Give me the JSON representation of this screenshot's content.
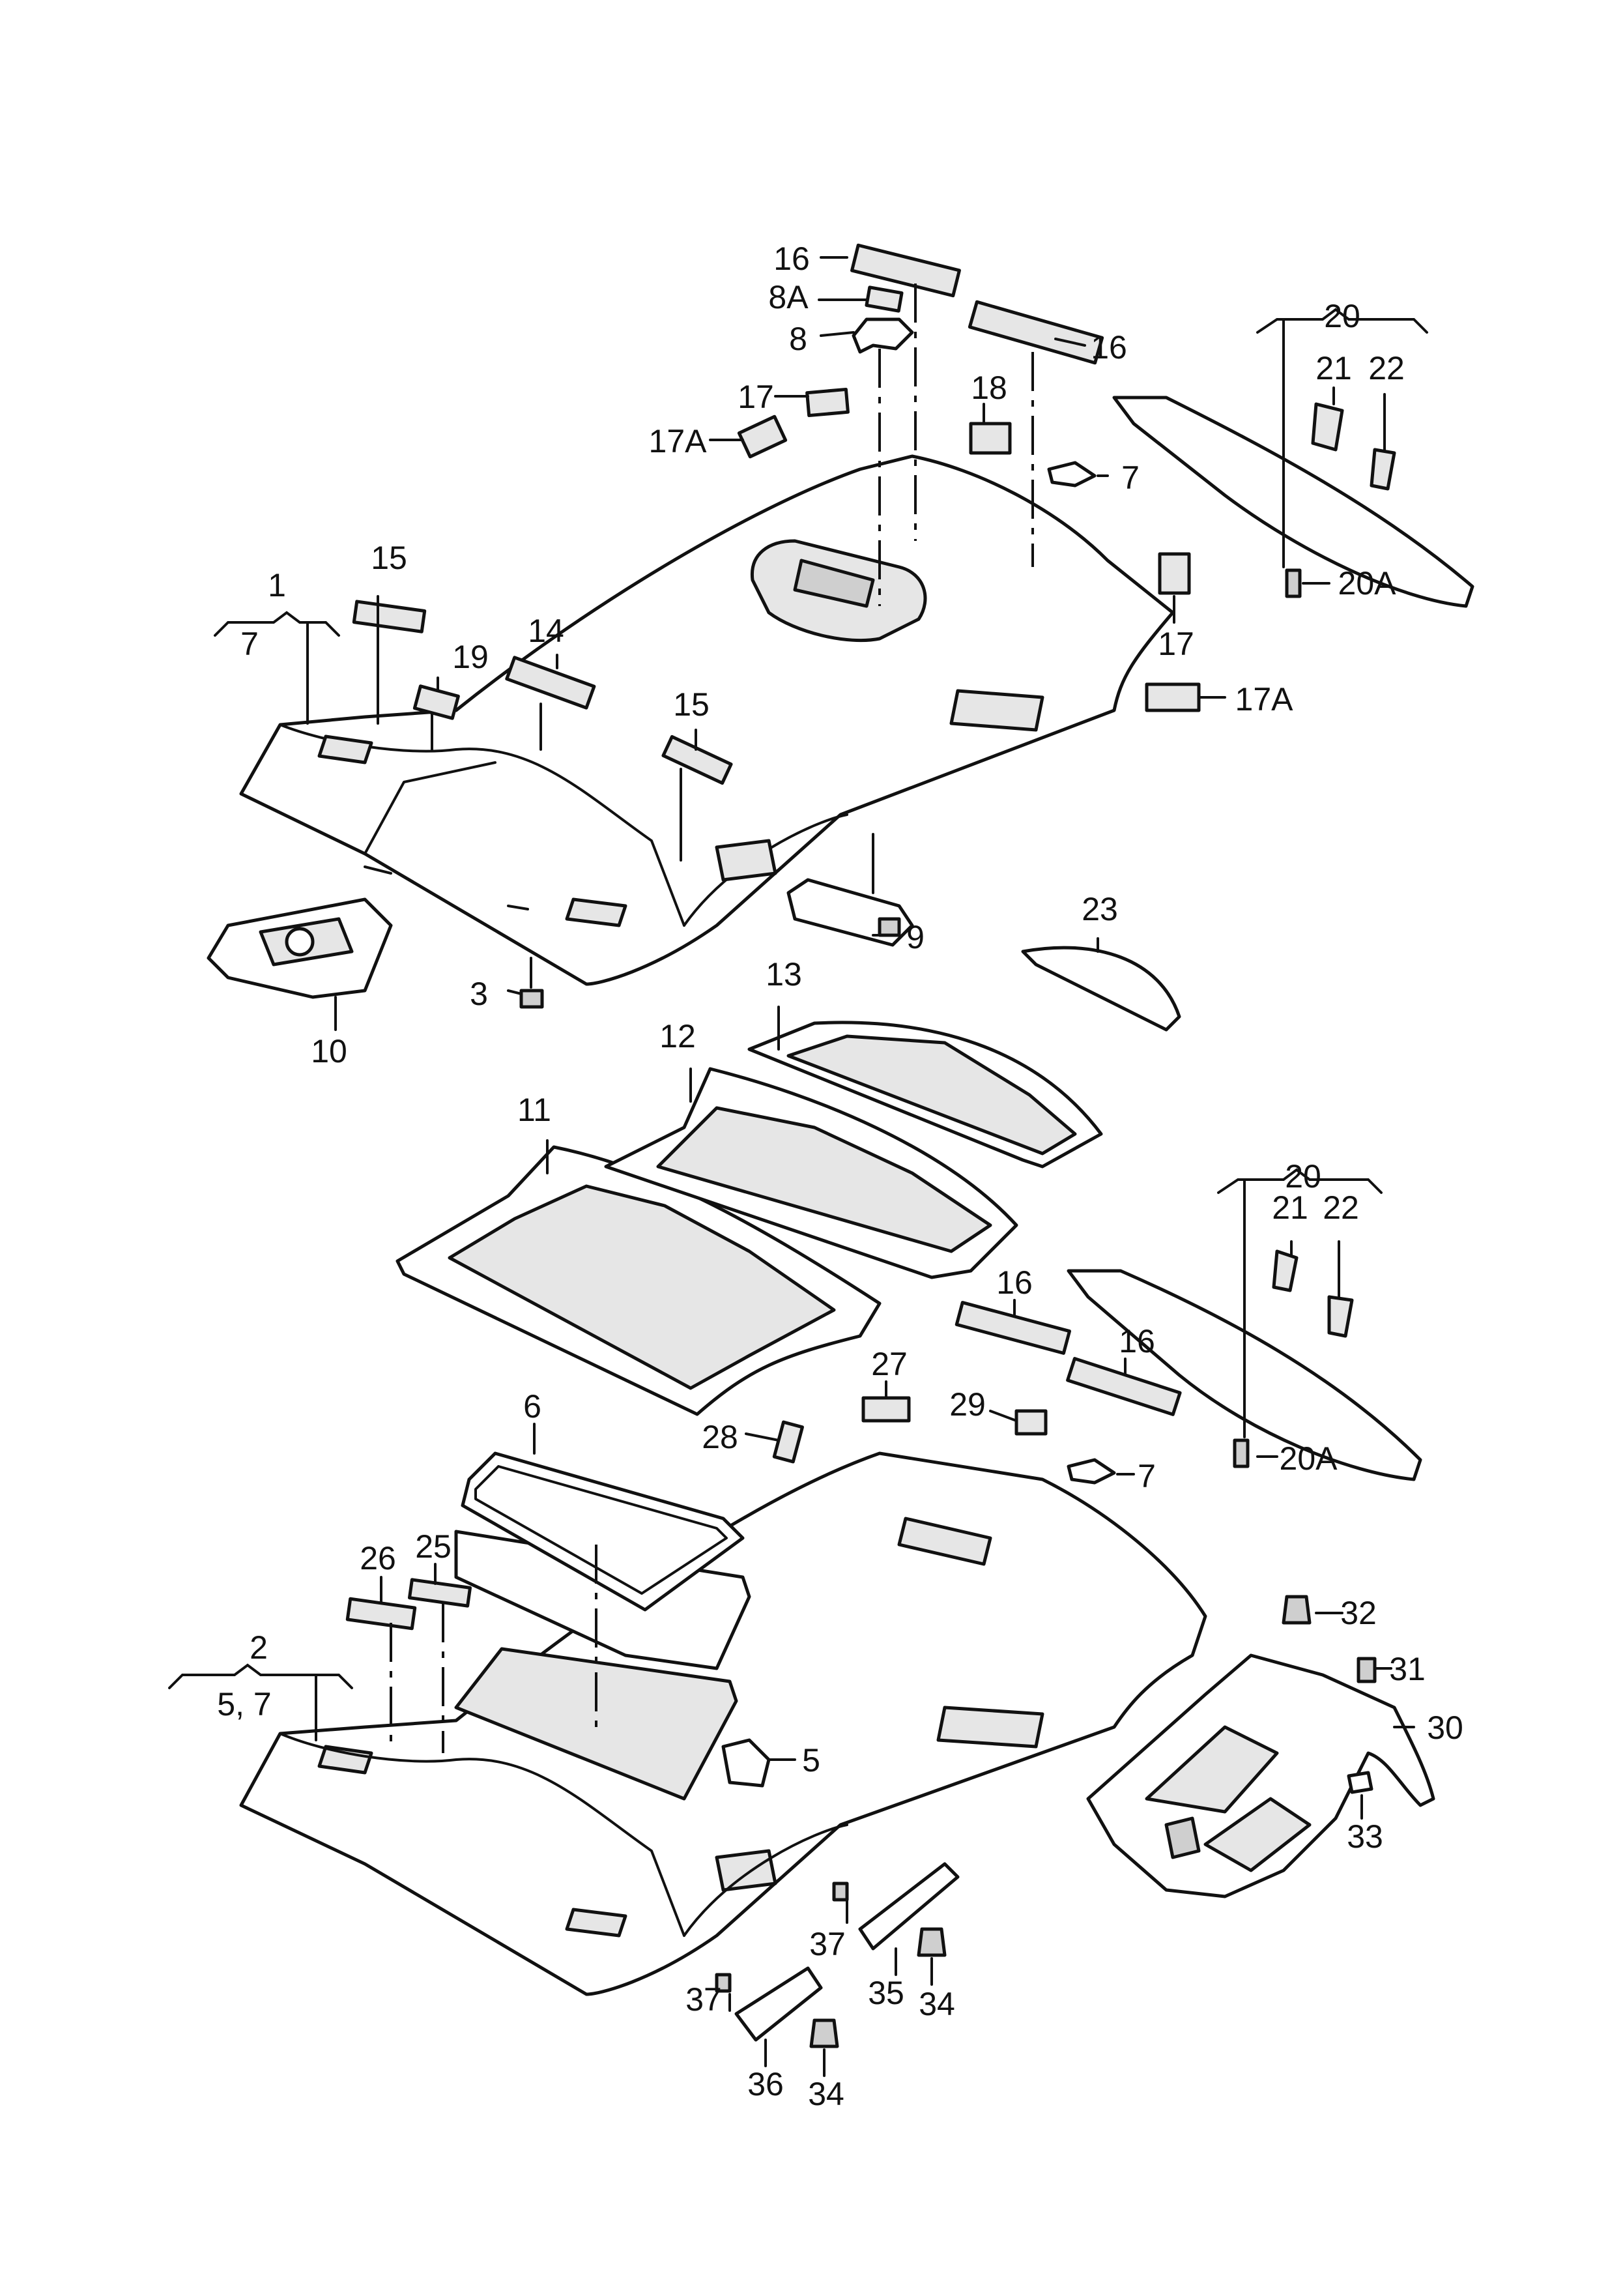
{
  "labels": {
    "l1": "1",
    "l7a": "7",
    "l15a": "15",
    "l14": "14",
    "l19": "19",
    "l15b": "15",
    "l16a": "16",
    "l8A": "8A",
    "l8": "8",
    "l16b": "16",
    "l17a": "17",
    "l17Aa": "17A",
    "l18": "18",
    "l7b": "7",
    "l20a": "20",
    "l21a": "21",
    "l22a": "22",
    "l20Aa": "20A",
    "l17b": "17",
    "l17Ab": "17A",
    "l9": "9",
    "l3": "3",
    "l10": "10",
    "l23": "23",
    "l13": "13",
    "l12": "12",
    "l11": "11",
    "l20b": "20",
    "l21b": "21",
    "l22b": "22",
    "l16c": "16",
    "l16d": "16",
    "l27": "27",
    "l29": "29",
    "l28": "28",
    "l7c": "7",
    "l20Ab": "20A",
    "l6": "6",
    "l26": "26",
    "l25": "25",
    "l2": "2",
    "l57": "5, 7",
    "l5": "5",
    "l32": "32",
    "l31": "31",
    "l30": "30",
    "l33": "33",
    "l37a": "37",
    "l35": "35",
    "l34a": "34",
    "l37b": "37",
    "l36": "36",
    "l34b": "34"
  }
}
